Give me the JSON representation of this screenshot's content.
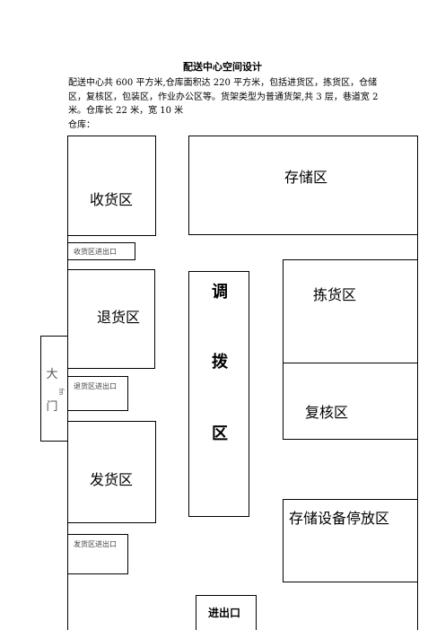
{
  "doc": {
    "title": "配送中心空间设计",
    "paragraph": "配送中心共 600 平方米,仓库面积达 220 平方米，包括进货区，拣货区，仓储区，复核区，包装区，作业办公区等。货架类型为普通货架,共 3 层，巷道宽 2 米。仓库长 22 米，宽 10 米",
    "warehouse_label": "仓库："
  },
  "zones": {
    "receiving": "收货区",
    "receiving_entrance": "收货区进出口",
    "storage": "存储区",
    "returns": "退货区",
    "returns_entrance": "退货区进出口",
    "transfer": [
      "调",
      "拨",
      "区"
    ],
    "picking": "拣货区",
    "review": "复核区",
    "shipping": "发货区",
    "shipping_entrance": "发货区进出口",
    "equipment_parking": "存储设备停放区",
    "entrance_exit": "进出口",
    "gate_chars": [
      "大",
      "门"
    ],
    "gate_small_mark": "fm"
  }
}
